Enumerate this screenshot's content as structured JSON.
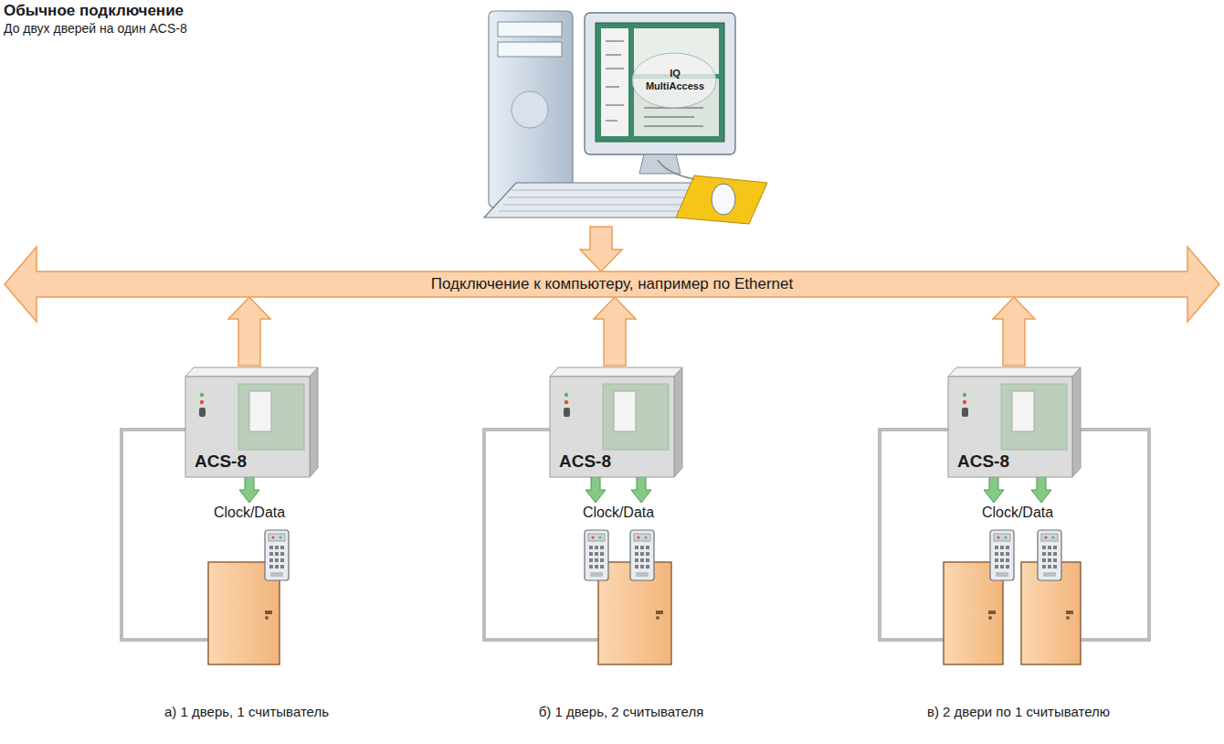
{
  "diagram": {
    "title": "Обычное подключение",
    "nodes": [
      {
        "text": [
          "IQ MultiAccess"
        ]
      },
      {
        "text": [
          "Подключение к компьютеру, например по Ethernet"
        ]
      },
      {
        "text": [
          "ACS-8"
        ]
      },
      {
        "text": [
          "ACS-8"
        ]
      },
      {
        "text": [
          "ACS-8"
        ]
      }
    ],
    "edges": [
      {
        "from": 0,
        "to": 1,
        "arrow": "to"
      },
      {
        "from": 2,
        "to": 1,
        "arrow": "to"
      },
      {
        "from": 3,
        "to": 1,
        "arrow": "to"
      },
      {
        "from": 4,
        "to": 1,
        "arrow": "to"
      }
    ],
    "labels": [
      "До двух дверей на один ACS-8",
      "Clock/Data",
      "Clock/Data",
      "Clock/Data",
      "а) 1 дверь, 1 считыватель",
      "б) 1 дверь, 2 считывателя",
      "в) 2 двери по 1 считывателю"
    ]
  }
}
